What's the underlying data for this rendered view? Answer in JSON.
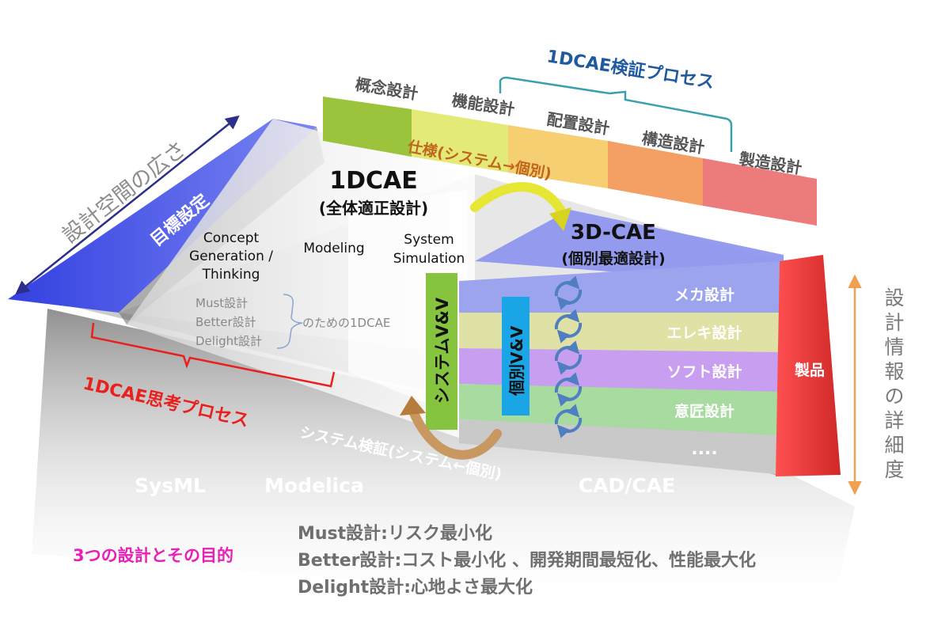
{
  "process_1dcae_verification": "1DCAE検証プロセス",
  "phases": [
    {
      "label": "概念設計",
      "color": "#9bc43c"
    },
    {
      "label": "機能設計",
      "color": "#e3ea78"
    },
    {
      "label": "配置設計",
      "color": "#f6cf72"
    },
    {
      "label": "構造設計",
      "color": "#f4a064"
    },
    {
      "label": "製造設計",
      "color": "#ee7b7b"
    }
  ],
  "spec_arrow_label": "仕様(システム→個別)",
  "design_space_width": "設計空間の広さ",
  "goal_setting": "目標設定",
  "onedcae_title": "1DCAE",
  "onedcae_subtitle": "(全体適正設計)",
  "column_headers": {
    "concept": [
      "Concept",
      "Generation /",
      "Thinking"
    ],
    "modeling": "Modeling",
    "system_sim": [
      "System",
      "Simulation"
    ]
  },
  "design_types": [
    "Must設計",
    "Better設計",
    "Delight設計"
  ],
  "for_1dcae": "のための1DCAE",
  "threed_cae_title": "3D-CAE",
  "threed_cae_subtitle": "(個別最適設計)",
  "system_vv": "システムV&V",
  "individual_vv": "個別V&V",
  "disciplines": [
    {
      "label": "メカ設計",
      "color": "#9da4ee"
    },
    {
      "label": "エレキ設計",
      "color": "#dfe2a4"
    },
    {
      "label": "ソフト設計",
      "color": "#c89ef0"
    },
    {
      "label": "意匠設計",
      "color": "#a8dba0"
    }
  ],
  "ellipsis": "....",
  "product": "製品",
  "design_info_detail": "設計情報の詳細度",
  "thinking_process": "1DCAE思考プロセス",
  "system_verification": "システム検証(システム←個別)",
  "tools": [
    "SysML",
    "Modelica",
    "CAD/CAE"
  ],
  "legend": {
    "title": "3つの設計とその目的",
    "lines": [
      "Must設計:リスク最小化",
      "Better設計:コスト最小化 、開発期間最短化、性能最大化",
      "Delight設計:心地よさ最大化"
    ]
  },
  "colors": {
    "blue_text": "#1f4e79",
    "red": "#e8201e",
    "magenta": "#e81fb8",
    "orange_brown": "#c0661c",
    "green_vv": "#86c440",
    "cyan_vv": "#1aa5e6",
    "product_red": "#e23a3a",
    "goal_blue": "#3a48e8"
  }
}
